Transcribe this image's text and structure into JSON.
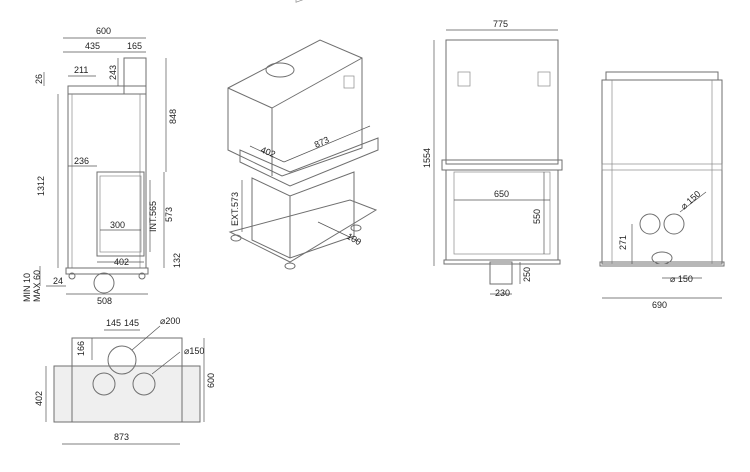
{
  "front_view": {
    "dims": {
      "w600": "600",
      "w435": "435",
      "w165": "165",
      "w211": "211",
      "h243": "243",
      "h26": "26",
      "h848": "848",
      "h1312": "1312",
      "w236": "236",
      "h573": "573",
      "int565": "INT.565",
      "w300": "300",
      "w402": "402",
      "h132": "132",
      "w24": "24",
      "w508": "508",
      "min10": "MIN 10",
      "max60": "MAX 60"
    }
  },
  "iso_view": {
    "dims": {
      "d402": "402",
      "d873": "873",
      "ext573": "EXT.573",
      "d100": "100"
    }
  },
  "side_view": {
    "dims": {
      "w775": "775",
      "h1554": "1554",
      "w650": "650",
      "h550": "550",
      "h250": "250",
      "w230": "230"
    }
  },
  "back_view": {
    "dims": {
      "d150a": "⌀ 150",
      "h271": "271",
      "d150b": "⌀ 150",
      "w690": "690"
    }
  },
  "top_view": {
    "dims": {
      "w145a": "145",
      "w145b": "145",
      "d200": "⌀200",
      "h166": "166",
      "d150": "⌀150",
      "h600": "600",
      "h402": "402",
      "w873": "873"
    }
  }
}
